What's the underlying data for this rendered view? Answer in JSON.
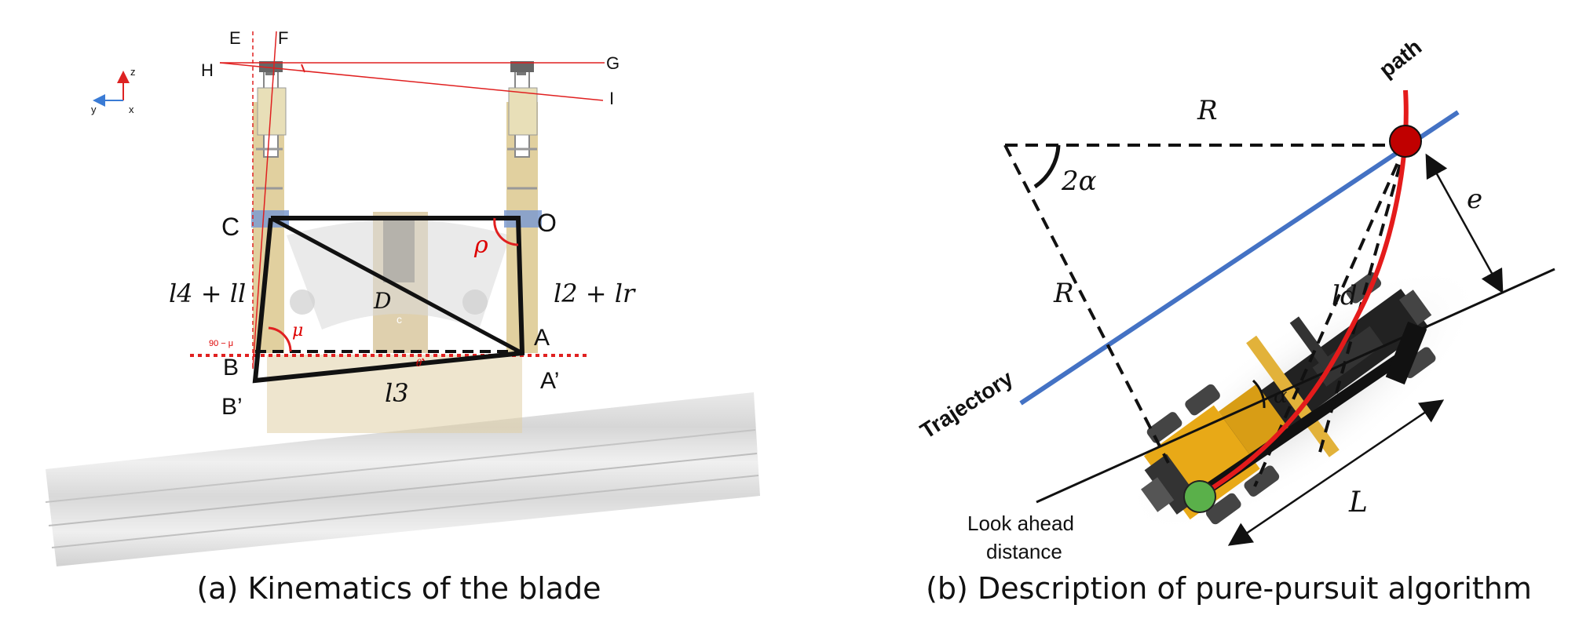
{
  "panel_a": {
    "caption": "(a) Kinematics of the blade",
    "points": {
      "E": "E",
      "F": "F",
      "G": "G",
      "H": "H",
      "I": "I",
      "C": "C",
      "O": "O",
      "A": "A",
      "A_prime": "A’",
      "B": "B",
      "B_prime": "B’",
      "D": "D",
      "c": "c"
    },
    "lengths": {
      "left": "l4 + ll",
      "right": "l2 + lr",
      "bottom": "l3"
    },
    "angles": {
      "mu": "μ",
      "rho": "ρ",
      "theta": "θ",
      "ninety_minus_mu": "90 − μ"
    },
    "axes": {
      "z": "z",
      "y": "y",
      "x": "x"
    },
    "colors": {
      "annotation_red": "#e02020",
      "frame": "#111111",
      "hydraulic": "#d9c48a"
    }
  },
  "panel_b": {
    "caption": "(b) Description of pure-pursuit algorithm",
    "labels": {
      "path": "path",
      "trajectory": "Trajectory",
      "look_ahead": [
        "Look ahead",
        "distance"
      ],
      "R_top": "R",
      "R_left": "R",
      "two_alpha": "2α",
      "e": "e",
      "ld": "ld",
      "alpha": "α",
      "L": "L"
    },
    "colors": {
      "path": "#e41b1b",
      "trajectory": "#4472c4",
      "target_point": "#c00000",
      "vehicle_point": "#5ab04a"
    }
  }
}
